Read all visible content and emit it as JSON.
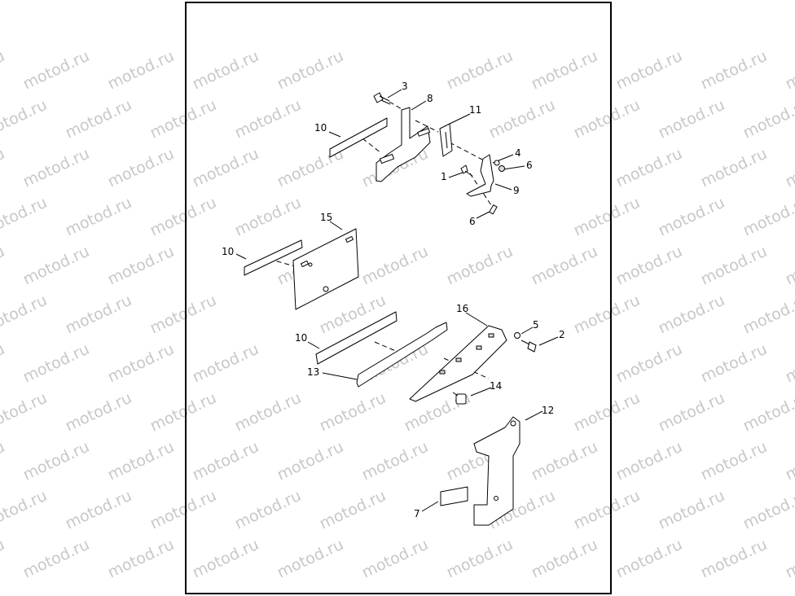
{
  "watermark": "motod.ru",
  "callouts": [
    {
      "id": "c3",
      "text": "3"
    },
    {
      "id": "c8",
      "text": "8"
    },
    {
      "id": "c11",
      "text": "11"
    },
    {
      "id": "c10a",
      "text": "10"
    },
    {
      "id": "c4",
      "text": "4"
    },
    {
      "id": "c6a",
      "text": "6"
    },
    {
      "id": "c1",
      "text": "1"
    },
    {
      "id": "c9",
      "text": "9"
    },
    {
      "id": "c6b",
      "text": "6"
    },
    {
      "id": "c15",
      "text": "15"
    },
    {
      "id": "c10b",
      "text": "10"
    },
    {
      "id": "c16",
      "text": "16"
    },
    {
      "id": "c5",
      "text": "5"
    },
    {
      "id": "c2",
      "text": "2"
    },
    {
      "id": "c10c",
      "text": "10"
    },
    {
      "id": "c13",
      "text": "13"
    },
    {
      "id": "c14",
      "text": "14"
    },
    {
      "id": "c12",
      "text": "12"
    },
    {
      "id": "c7",
      "text": "7"
    }
  ]
}
